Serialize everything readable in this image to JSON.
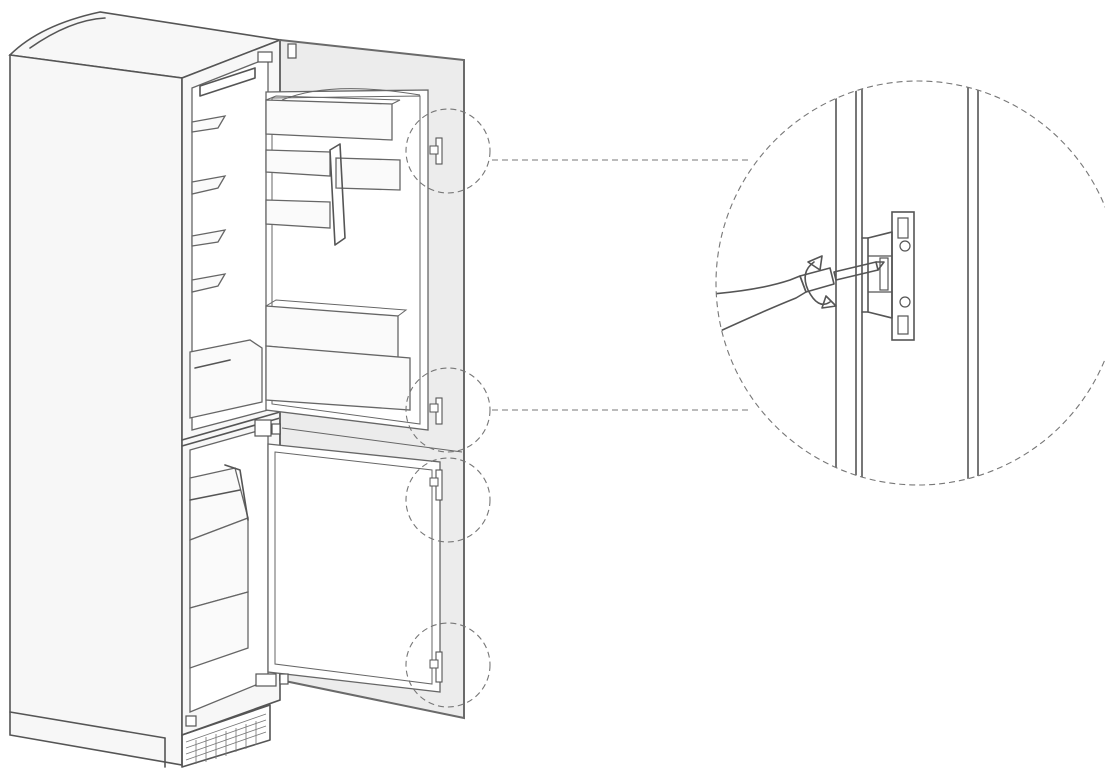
{
  "diagram": {
    "subject": "built-in-fridge-freezer-door-hinge-adjustment",
    "icons": [
      "refrigerator-cabinet",
      "screwdriver-icon",
      "rotate-arrow-icon",
      "door-hinge"
    ],
    "callout_count": 4,
    "colors": {
      "line": "#555555",
      "door_panel": "#ececec",
      "dash": "#777777",
      "background": "#ffffff"
    }
  }
}
